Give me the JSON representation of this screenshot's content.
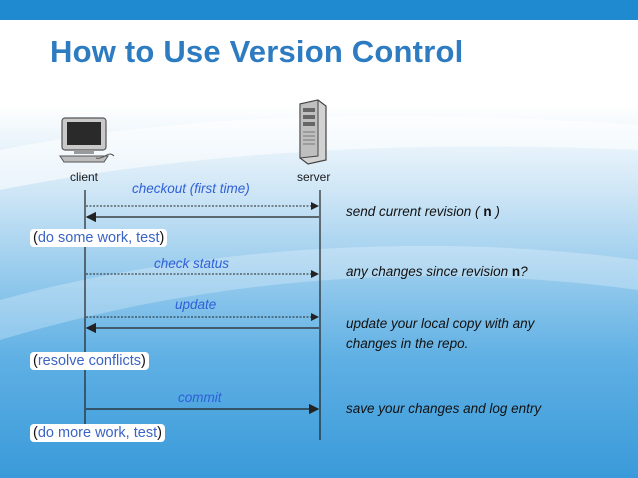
{
  "slide": {
    "title": "How to Use Version Control",
    "colors": {
      "title": "#2d7cc2",
      "message": "#2e5fd8",
      "accent": "#1f8ad0"
    }
  },
  "actors": {
    "client": {
      "label": "client",
      "icon": "computer-icon"
    },
    "server": {
      "label": "server",
      "icon": "server-tower-icon"
    }
  },
  "messages": [
    {
      "label": "checkout (first time)",
      "direction": "client-to-server"
    },
    {
      "label": "",
      "direction": "server-to-client"
    },
    {
      "label": "check status",
      "direction": "client-to-server"
    },
    {
      "label": "update",
      "direction": "client-to-server"
    },
    {
      "label": "",
      "direction": "server-to-client"
    },
    {
      "label": "commit",
      "direction": "client-to-server"
    }
  ],
  "server_notes": {
    "send_revision_pre": "send current revision ( ",
    "send_revision_n": "n",
    "send_revision_post": " )",
    "changes_pre": "any changes since revision ",
    "changes_n": "n",
    "changes_post": "?",
    "update_line1": "update your local copy with any",
    "update_line2": "changes in the repo.",
    "save": "save your changes and log entry"
  },
  "client_steps": {
    "step1_open": "(",
    "step1_text": "do some work, test",
    "step1_close": ")",
    "step2_open": "(",
    "step2_text": "resolve conflicts",
    "step2_close": ")",
    "step3_open": "(",
    "step3_text": "do more work, test",
    "step3_close": ")"
  }
}
